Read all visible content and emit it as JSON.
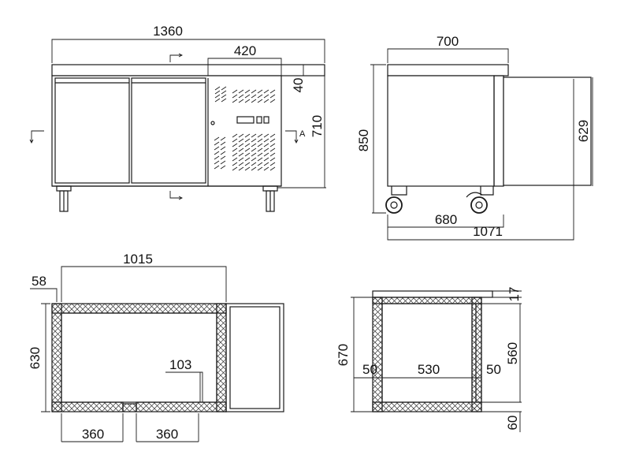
{
  "front_view": {
    "width_label": "1360",
    "panel_width_label": "420",
    "top_label": "40",
    "height_label": "710",
    "section_marker": "A"
  },
  "side_view": {
    "depth_label": "700",
    "height_label": "850",
    "door_height_label": "629",
    "wheelbase_label": "680",
    "open_depth_label": "1071"
  },
  "plan_section": {
    "width_label": "1015",
    "wall_label": "58",
    "depth_label": "630",
    "gap_label": "103",
    "left_span_label": "360",
    "right_span_label": "360"
  },
  "cross_section": {
    "top_label": "17",
    "height_label": "670",
    "left_wall_label": "50",
    "inner_width_label": "530",
    "right_wall_label": "50",
    "inner_height_label": "560",
    "base_label": "60"
  }
}
